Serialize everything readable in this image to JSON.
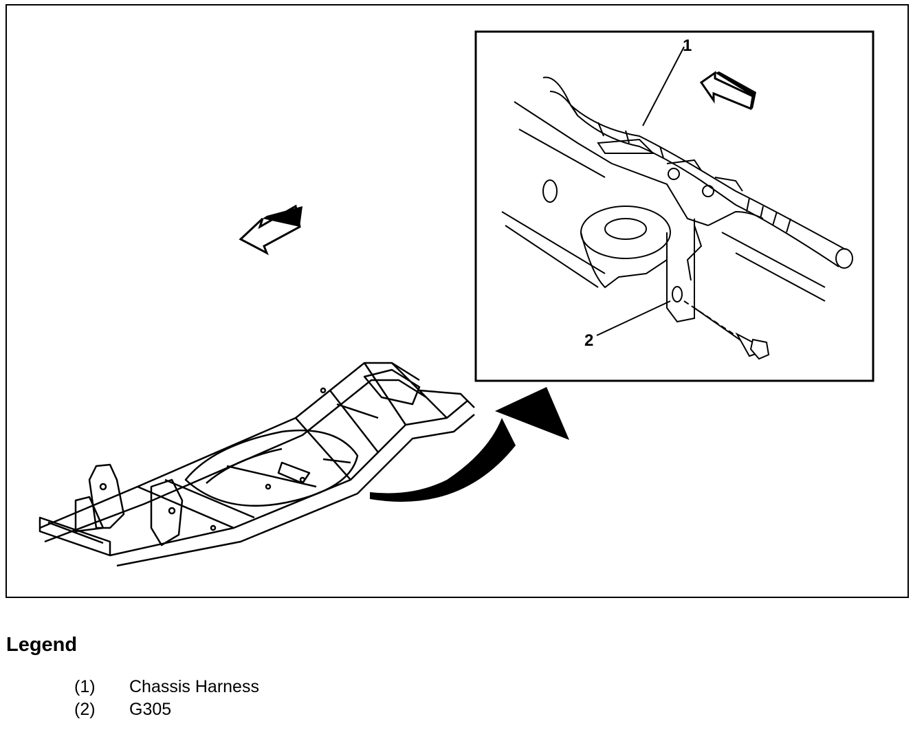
{
  "callouts": {
    "c1": "1",
    "c2": "2"
  },
  "legend": {
    "title": "Legend",
    "items": [
      {
        "num": "(1)",
        "label": "Chassis Harness"
      },
      {
        "num": "(2)",
        "label": "G305"
      }
    ]
  }
}
